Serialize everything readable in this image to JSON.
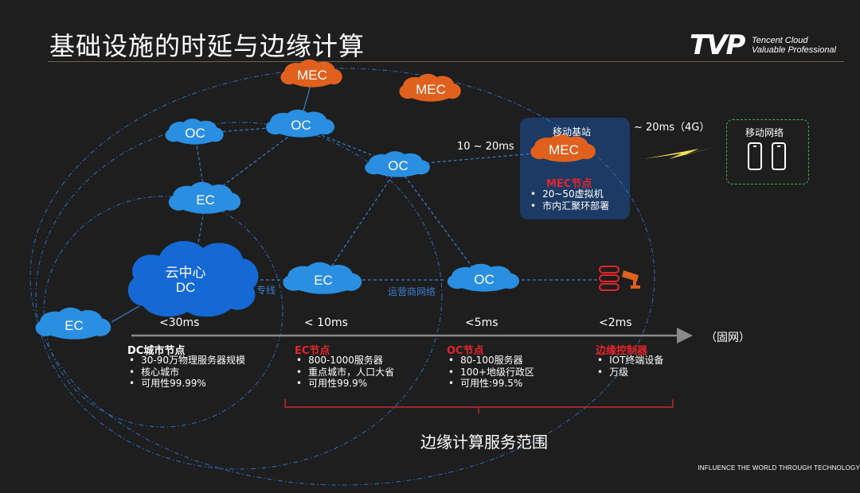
{
  "title": "基础设施的时延与边缘计算",
  "logo": {
    "mark": "TVP",
    "line1": "Tencent Cloud",
    "line2": "Valuable Professional"
  },
  "nodes": {
    "mec_top": "MEC",
    "mec_mid": "MEC",
    "mec_station": "MEC",
    "oc_left": "OC",
    "oc_center": "OC",
    "oc_right": "OC",
    "oc_axis": "OC",
    "ec_upper": "EC",
    "ec_axis": "EC",
    "ec_left": "EC",
    "cloud_dc_line1": "云中心",
    "cloud_dc_line2": "DC"
  },
  "links": {
    "private_line": "专线",
    "operator_network": "运营商网络"
  },
  "mobile_station": {
    "label": "移动基站",
    "node_title": "MEC节点",
    "items": [
      "20~50虚拟机",
      "市内汇聚环部署"
    ],
    "latency": "10 ~ 20ms"
  },
  "mobile_network": {
    "label": "移动网络",
    "latency": "~ 20ms（4G）"
  },
  "axis": {
    "latencies": [
      "<30ms",
      "< 10ms",
      "<5ms",
      "<2ms"
    ],
    "fixed_network": "（固网）"
  },
  "tiers": [
    {
      "title": "DC城市节点",
      "items": [
        "30-90万物理服务器规模",
        "核心城市",
        "可用性99.99%"
      ]
    },
    {
      "title": "EC节点",
      "items": [
        "800-1000服务器",
        "重点城市，人口大省",
        "可用性99.9%"
      ]
    },
    {
      "title": "OC节点",
      "items": [
        "80-100服务器",
        "100+地级行政区",
        "可用性:99.5%"
      ]
    },
    {
      "title": "边缘控制器",
      "items": [
        "IOT终端设备",
        "万级"
      ]
    }
  ],
  "scope_label": "边缘计算服务范围",
  "footer": "INFLUENCE THE WORLD THROUGH TECHNOLOGY",
  "colors": {
    "accent_red": "#e3262b",
    "cloud_blue": "#2a8fe0",
    "mec_orange": "#e0601e",
    "dash_blue": "#3a7fd0",
    "station_bg": "#1c3a63",
    "dash_green": "#3fb24a"
  }
}
